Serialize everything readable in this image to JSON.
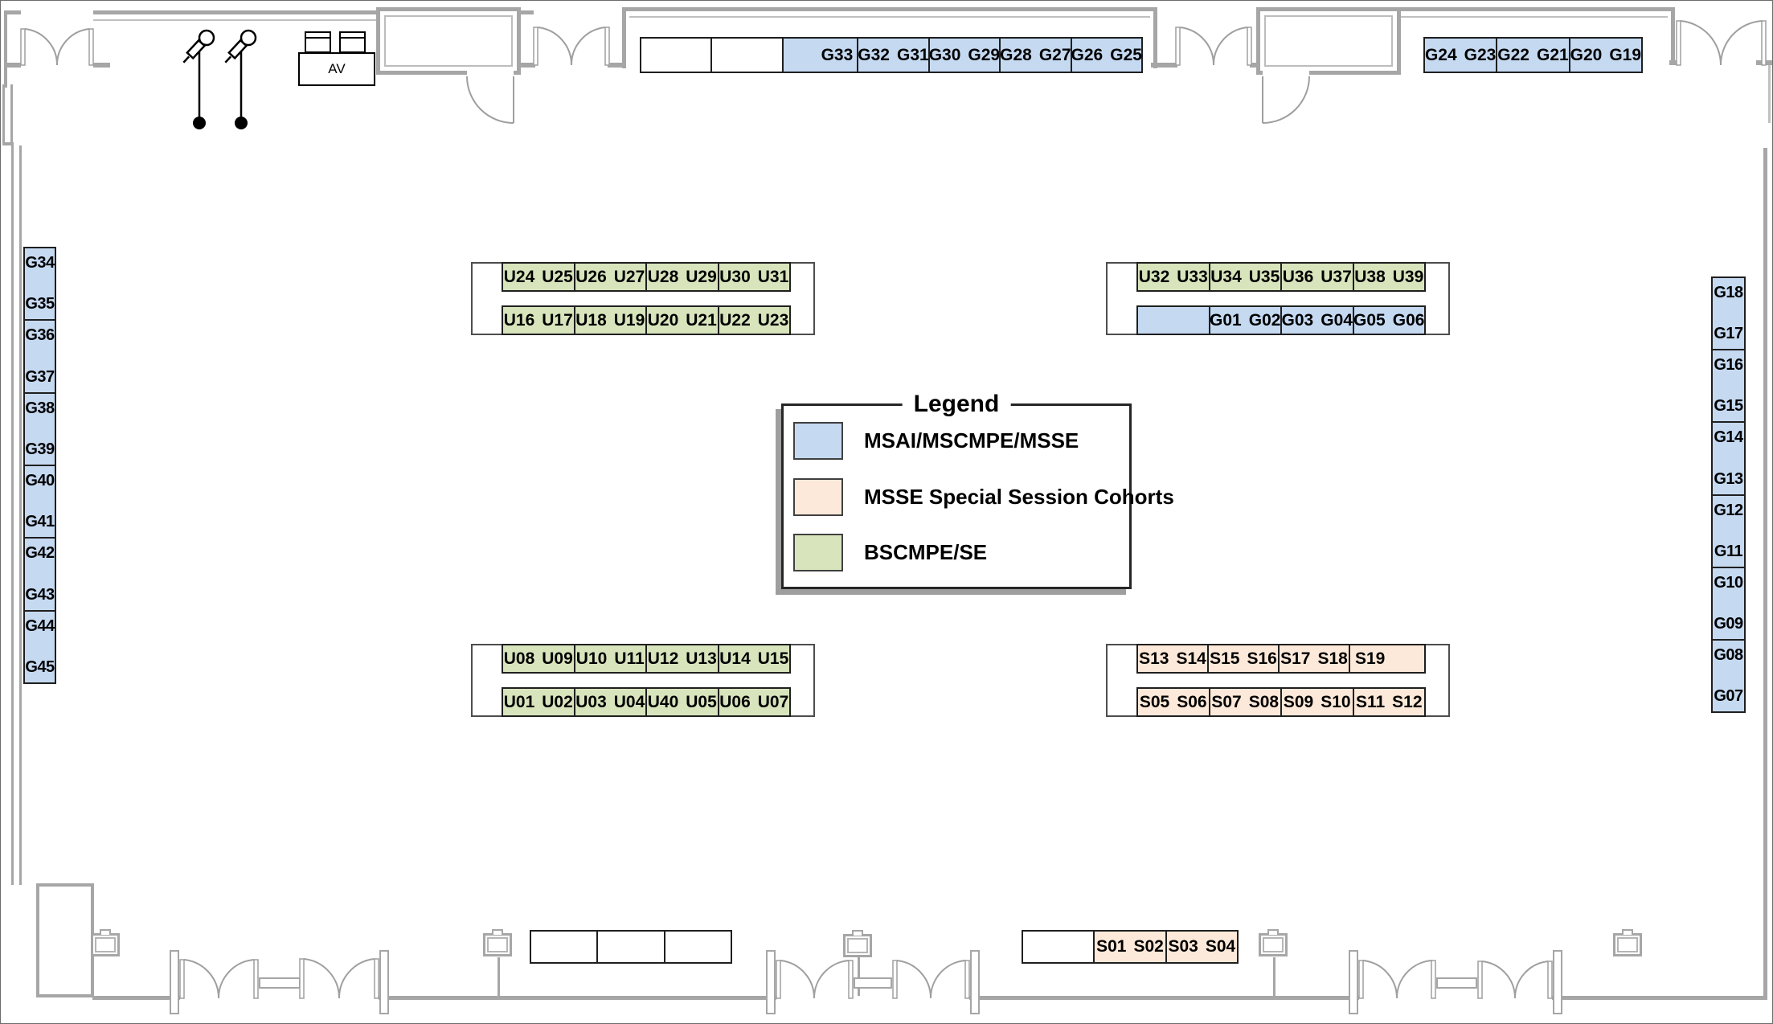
{
  "colors": {
    "blue": "#c5d9f1",
    "peach": "#fde9d9",
    "green": "#d8e4bc",
    "white": "#ffffff",
    "wall_gray": "#a6a6a6"
  },
  "legend": {
    "title": "Legend",
    "items": [
      {
        "label": "MSAI/MSCMPE/MSSE",
        "color": "#c5d9f1"
      },
      {
        "label": "MSSE Special Session Cohorts",
        "color": "#fde9d9"
      },
      {
        "label": "BSCMPE/SE",
        "color": "#d8e4bc"
      }
    ]
  },
  "av": {
    "label": "AV"
  },
  "tables": {
    "top_center": {
      "cells": [
        {
          "seats": [],
          "fill": "white"
        },
        {
          "seats": [],
          "fill": "white"
        },
        {
          "seats": [
            "G33"
          ],
          "fill": "blue",
          "align": "right"
        },
        {
          "seats": [
            "G32",
            "G31"
          ],
          "fill": "blue"
        },
        {
          "seats": [
            "G30",
            "G29"
          ],
          "fill": "blue"
        },
        {
          "seats": [
            "G28",
            "G27"
          ],
          "fill": "blue"
        },
        {
          "seats": [
            "G26",
            "G25"
          ],
          "fill": "blue"
        }
      ]
    },
    "top_right": {
      "cells": [
        {
          "seats": [
            "G24",
            "G23"
          ],
          "fill": "blue"
        },
        {
          "seats": [
            "G22",
            "G21"
          ],
          "fill": "blue"
        },
        {
          "seats": [
            "G20",
            "G19"
          ],
          "fill": "blue"
        }
      ]
    },
    "west_column": {
      "cells": [
        {
          "seats": [
            "G34",
            "G35"
          ],
          "fill": "blue"
        },
        {
          "seats": [
            "G36",
            "G37"
          ],
          "fill": "blue"
        },
        {
          "seats": [
            "G38",
            "G39"
          ],
          "fill": "blue"
        },
        {
          "seats": [
            "G40",
            "G41"
          ],
          "fill": "blue"
        },
        {
          "seats": [
            "G42",
            "G43"
          ],
          "fill": "blue"
        },
        {
          "seats": [
            "G44",
            "G45"
          ],
          "fill": "blue"
        }
      ]
    },
    "east_column": {
      "cells": [
        {
          "seats": [
            "G18",
            "G17"
          ],
          "fill": "blue"
        },
        {
          "seats": [
            "G16",
            "G15"
          ],
          "fill": "blue"
        },
        {
          "seats": [
            "G14",
            "G13"
          ],
          "fill": "blue"
        },
        {
          "seats": [
            "G12",
            "G11"
          ],
          "fill": "blue"
        },
        {
          "seats": [
            "G10",
            "G09"
          ],
          "fill": "blue"
        },
        {
          "seats": [
            "G08",
            "G07"
          ],
          "fill": "blue"
        }
      ]
    },
    "northwest": {
      "row_top": {
        "cells": [
          {
            "seats": [
              "U24",
              "U25"
            ],
            "fill": "green"
          },
          {
            "seats": [
              "U26",
              "U27"
            ],
            "fill": "green"
          },
          {
            "seats": [
              "U28",
              "U29"
            ],
            "fill": "green"
          },
          {
            "seats": [
              "U30",
              "U31"
            ],
            "fill": "green"
          }
        ]
      },
      "row_bottom": {
        "cells": [
          {
            "seats": [
              "U16",
              "U17"
            ],
            "fill": "green"
          },
          {
            "seats": [
              "U18",
              "U19"
            ],
            "fill": "green"
          },
          {
            "seats": [
              "U20",
              "U21"
            ],
            "fill": "green"
          },
          {
            "seats": [
              "U22",
              "U23"
            ],
            "fill": "green"
          }
        ]
      }
    },
    "northeast": {
      "row_top": {
        "cells": [
          {
            "seats": [
              "U32",
              "U33"
            ],
            "fill": "green"
          },
          {
            "seats": [
              "U34",
              "U35"
            ],
            "fill": "green"
          },
          {
            "seats": [
              "U36",
              "U37"
            ],
            "fill": "green"
          },
          {
            "seats": [
              "U38",
              "U39"
            ],
            "fill": "green"
          }
        ]
      },
      "row_bottom": {
        "cells": [
          {
            "seats": [],
            "fill": "blue"
          },
          {
            "seats": [
              "G01",
              "G02"
            ],
            "fill": "blue"
          },
          {
            "seats": [
              "G03",
              "G04"
            ],
            "fill": "blue"
          },
          {
            "seats": [
              "G05",
              "G06"
            ],
            "fill": "blue"
          }
        ]
      }
    },
    "southwest": {
      "row_top": {
        "cells": [
          {
            "seats": [
              "U08",
              "U09"
            ],
            "fill": "green"
          },
          {
            "seats": [
              "U10",
              "U11"
            ],
            "fill": "green"
          },
          {
            "seats": [
              "U12",
              "U13"
            ],
            "fill": "green"
          },
          {
            "seats": [
              "U14",
              "U15"
            ],
            "fill": "green"
          }
        ]
      },
      "row_bottom": {
        "cells": [
          {
            "seats": [
              "U01",
              "U02"
            ],
            "fill": "green"
          },
          {
            "seats": [
              "U03",
              "U04"
            ],
            "fill": "green"
          },
          {
            "seats": [
              "U40",
              "U05"
            ],
            "fill": "green"
          },
          {
            "seats": [
              "U06",
              "U07"
            ],
            "fill": "green"
          }
        ]
      }
    },
    "southeast": {
      "row_top": {
        "cells": [
          {
            "seats": [
              "S13",
              "S14"
            ],
            "fill": "peach"
          },
          {
            "seats": [
              "S15",
              "S16"
            ],
            "fill": "peach"
          },
          {
            "seats": [
              "S17",
              "S18"
            ],
            "fill": "peach"
          },
          {
            "seats": [
              "S19"
            ],
            "fill": "peach",
            "align": "left"
          }
        ]
      },
      "row_bottom": {
        "cells": [
          {
            "seats": [
              "S05",
              "S06"
            ],
            "fill": "peach"
          },
          {
            "seats": [
              "S07",
              "S08"
            ],
            "fill": "peach"
          },
          {
            "seats": [
              "S09",
              "S10"
            ],
            "fill": "peach"
          },
          {
            "seats": [
              "S11",
              "S12"
            ],
            "fill": "peach"
          }
        ]
      }
    },
    "bottom_blank": {
      "cells": [
        {
          "seats": [],
          "fill": "white"
        },
        {
          "seats": [],
          "fill": "white"
        },
        {
          "seats": [],
          "fill": "white"
        }
      ]
    },
    "bottom_center": {
      "cells": [
        {
          "seats": [],
          "fill": "white"
        },
        {
          "seats": [
            "S01",
            "S02"
          ],
          "fill": "peach"
        },
        {
          "seats": [
            "S03",
            "S04"
          ],
          "fill": "peach"
        }
      ]
    }
  }
}
